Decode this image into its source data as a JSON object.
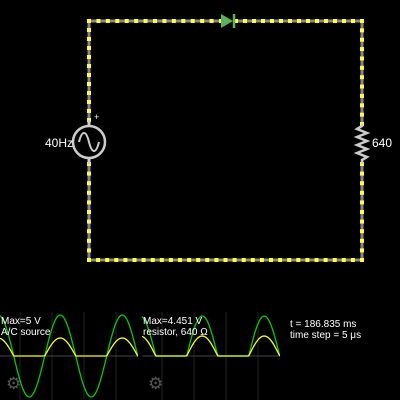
{
  "circuit": {
    "source": {
      "frequency_label": "40Hz",
      "polarity_mark": "+"
    },
    "resistor": {
      "value_label": "640"
    },
    "colors": {
      "wire_high": "#ffff33",
      "wire_low": "#888888",
      "diode": "#59b35a",
      "component": "#cccccc"
    }
  },
  "scopes": [
    {
      "max_label": "Max=5 V",
      "name_label": "A/C source",
      "icon": "gear-icon"
    },
    {
      "max_label": "Max=4.451 V",
      "name_label": "resistor, 640 Ω",
      "icon": "gear-icon"
    }
  ],
  "sim_info": {
    "time": "t = 186.835 ms",
    "time_step": "time step = 5 μs"
  },
  "trace_colors": {
    "voltage": "#ffff00",
    "current": "#00cc00",
    "zero_line": "#444444"
  }
}
